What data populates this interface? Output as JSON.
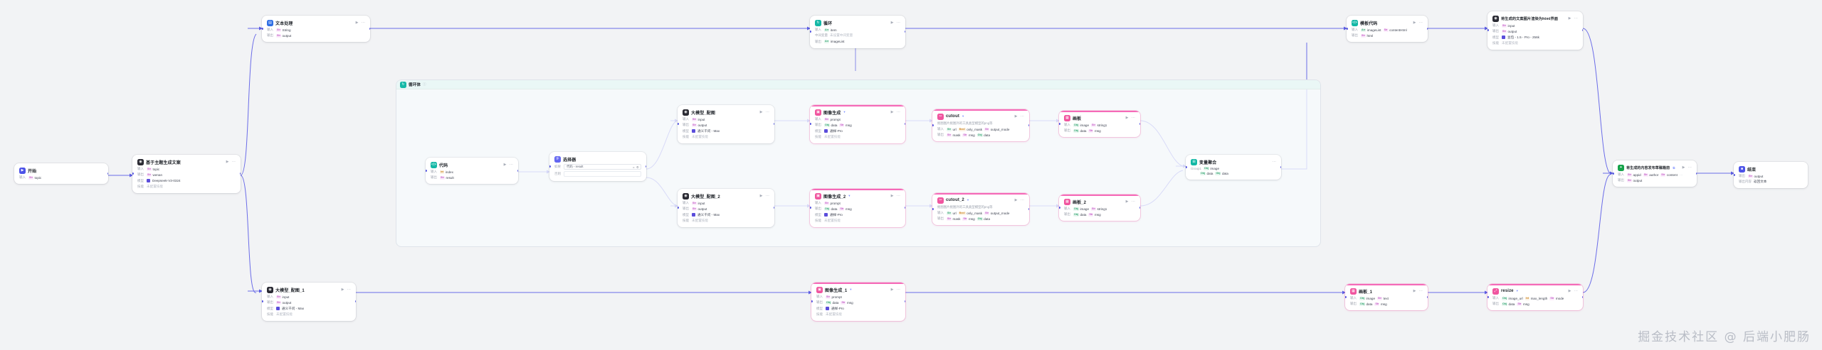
{
  "canvas": {
    "background": "#f2f3f5",
    "accent": "#5b5ce2",
    "watermark": "掘金技术社区 @ 后端小肥肠"
  },
  "labels": {
    "input": "输入",
    "output": "输出",
    "model": "模型",
    "skill": "技能",
    "batch": "中间变量",
    "condition": "如果",
    "otherwise": "否则",
    "group1": "Group1",
    "play": "▶",
    "more": "···",
    "info": "ⓘ"
  },
  "loop_container": {
    "title": "循环体",
    "icon": "loop-icon"
  },
  "nodes": [
    {
      "id": "start",
      "title": "开始",
      "icon": "start-icon",
      "icon_color": "purple",
      "rows": [
        {
          "label": "输入",
          "tags": [
            {
              "badge": "Str",
              "badge_type": "p",
              "text": "topic"
            }
          ]
        }
      ]
    },
    {
      "id": "gen-article",
      "title": "基于主题生成文案",
      "icon": "llm-icon",
      "icon_color": "dark",
      "rows": [
        {
          "label": "输入",
          "tags": [
            {
              "badge": "Str",
              "badge_type": "p",
              "text": "topic"
            }
          ]
        },
        {
          "label": "输出",
          "tags": [
            {
              "badge": "Str",
              "badge_type": "p",
              "text": "wenan"
            }
          ]
        },
        {
          "label": "模型",
          "tags": [
            {
              "badge": "",
              "badge_type": "m",
              "text": "Deepseek-V3-0324"
            }
          ]
        },
        {
          "label": "技能",
          "tags": [
            {
              "badge": "",
              "badge_type": "none",
              "text": "未配置技能"
            }
          ]
        }
      ]
    },
    {
      "id": "text-process",
      "title": "文本处理",
      "icon": "text-icon",
      "icon_color": "blue",
      "rows": [
        {
          "label": "输入",
          "tags": [
            {
              "badge": "Str",
              "badge_type": "p",
              "text": "String"
            }
          ]
        },
        {
          "label": "输出",
          "tags": [
            {
              "badge": "Str",
              "badge_type": "p",
              "text": "output"
            }
          ]
        }
      ]
    },
    {
      "id": "loop",
      "title": "循环",
      "icon": "loop-icon",
      "icon_color": "teal",
      "rows": [
        {
          "label": "输入",
          "tags": [
            {
              "badge": "Arr",
              "badge_type": "g",
              "text": "item"
            }
          ]
        },
        {
          "label": "中间变量",
          "tags": [
            {
              "badge": "",
              "badge_type": "none",
              "text": "未设置中间变量"
            }
          ]
        },
        {
          "label": "输出",
          "tags": [
            {
              "badge": "Arr",
              "badge_type": "g",
              "text": "imageList"
            }
          ]
        }
      ]
    },
    {
      "id": "code-node",
      "title": "代码",
      "icon": "code-icon",
      "icon_color": "teal",
      "rows": [
        {
          "label": "输入",
          "tags": [
            {
              "badge": "Int",
              "badge_type": "o",
              "text": "index"
            }
          ]
        },
        {
          "label": "输出",
          "tags": [
            {
              "badge": "Str",
              "badge_type": "p",
              "text": "result"
            }
          ]
        }
      ]
    },
    {
      "id": "selector",
      "title": "选择器",
      "icon": "if-icon",
      "icon_color": "indigo",
      "conditions": [
        {
          "label": "如果",
          "text": "代码 - result",
          "op": "=",
          "value": "0"
        },
        {
          "label": "否则",
          "text": "",
          "op": "",
          "value": ""
        }
      ]
    },
    {
      "id": "llm-image",
      "title": "大模型_配图",
      "icon": "llm-icon",
      "icon_color": "dark",
      "rows": [
        {
          "label": "输入",
          "tags": [
            {
              "badge": "Str",
              "badge_type": "p",
              "text": "input"
            }
          ]
        },
        {
          "label": "输出",
          "tags": [
            {
              "badge": "Str",
              "badge_type": "p",
              "text": "output"
            }
          ]
        },
        {
          "label": "模型",
          "tags": [
            {
              "badge": "",
              "badge_type": "m",
              "text": "通义千问 - Max"
            }
          ]
        },
        {
          "label": "技能",
          "tags": [
            {
              "badge": "",
              "badge_type": "none",
              "text": "未配置技能"
            }
          ]
        }
      ]
    },
    {
      "id": "llm-image-2",
      "title": "大模型_配图_2",
      "icon": "llm-icon",
      "icon_color": "dark",
      "rows": [
        {
          "label": "输入",
          "tags": [
            {
              "badge": "Str",
              "badge_type": "p",
              "text": "input"
            }
          ]
        },
        {
          "label": "输出",
          "tags": [
            {
              "badge": "Str",
              "badge_type": "p",
              "text": "output"
            }
          ]
        },
        {
          "label": "模型",
          "tags": [
            {
              "badge": "",
              "badge_type": "m",
              "text": "通义千问 - Max"
            }
          ]
        },
        {
          "label": "技能",
          "tags": [
            {
              "badge": "",
              "badge_type": "none",
              "text": "未配置技能"
            }
          ]
        }
      ]
    },
    {
      "id": "image-gen",
      "title": "图像生成",
      "icon": "image-icon",
      "icon_color": "pink",
      "pink": true,
      "caret": "▾",
      "rows": [
        {
          "label": "输入",
          "tags": [
            {
              "badge": "Str",
              "badge_type": "p",
              "text": "prompt"
            }
          ]
        },
        {
          "label": "输出",
          "tags": [
            {
              "badge": "Obj",
              "badge_type": "g",
              "text": "data"
            },
            {
              "badge": "Str",
              "badge_type": "p",
              "text": "msg"
            }
          ]
        },
        {
          "label": "模型",
          "tags": [
            {
              "badge": "",
              "badge_type": "m",
              "text": "通样-Pro"
            }
          ]
        },
        {
          "label": "技能",
          "tags": [
            {
              "badge": "",
              "badge_type": "none",
              "text": "未配置技能"
            }
          ]
        }
      ]
    },
    {
      "id": "image-gen-2",
      "title": "图像生成_2",
      "icon": "image-icon",
      "icon_color": "pink",
      "pink": true,
      "caret": "▾",
      "rows": [
        {
          "label": "输入",
          "tags": [
            {
              "badge": "Str",
              "badge_type": "p",
              "text": "prompt"
            }
          ]
        },
        {
          "label": "输出",
          "tags": [
            {
              "badge": "Obj",
              "badge_type": "g",
              "text": "data"
            },
            {
              "badge": "Str",
              "badge_type": "p",
              "text": "msg"
            }
          ]
        },
        {
          "label": "模型",
          "tags": [
            {
              "badge": "",
              "badge_type": "m",
              "text": "通样-Pro"
            }
          ]
        },
        {
          "label": "技能",
          "tags": [
            {
              "badge": "",
              "badge_type": "none",
              "text": "未配置技能"
            }
          ]
        }
      ]
    },
    {
      "id": "cutout",
      "title": "cutout",
      "icon": "cutout-icon",
      "icon_color": "pink",
      "pink": true,
      "caret": "▾",
      "subtitle": "抠图图片抠图外的工具类型模型的png等",
      "rows": [
        {
          "label": "输入",
          "tags": [
            {
              "badge": "Str",
              "badge_type": "g",
              "text": "url"
            },
            {
              "badge": "Bool",
              "badge_type": "o",
              "text": "only_mask"
            },
            {
              "badge": "Str",
              "badge_type": "p",
              "text": "output_mode"
            }
          ]
        },
        {
          "label": "输出",
          "tags": [
            {
              "badge": "Str",
              "badge_type": "p",
              "text": "mask"
            },
            {
              "badge": "Str",
              "badge_type": "p",
              "text": "msg"
            },
            {
              "badge": "Obj",
              "badge_type": "g",
              "text": "data"
            }
          ]
        }
      ]
    },
    {
      "id": "cutout-2",
      "title": "cutout_2",
      "icon": "cutout-icon",
      "icon_color": "pink",
      "pink": true,
      "caret": "▾",
      "subtitle": "抠图图片抠图外的工具类型模型的png等",
      "rows": [
        {
          "label": "输入",
          "tags": [
            {
              "badge": "Str",
              "badge_type": "g",
              "text": "url"
            },
            {
              "badge": "Bool",
              "badge_type": "o",
              "text": "only_mask"
            },
            {
              "badge": "Str",
              "badge_type": "p",
              "text": "output_mode"
            }
          ]
        },
        {
          "label": "输出",
          "tags": [
            {
              "badge": "Str",
              "badge_type": "p",
              "text": "mask"
            },
            {
              "badge": "Str",
              "badge_type": "p",
              "text": "msg"
            },
            {
              "badge": "Obj",
              "badge_type": "g",
              "text": "data"
            }
          ]
        }
      ]
    },
    {
      "id": "canvas-node",
      "title": "画板",
      "icon": "canvas-icon",
      "icon_color": "pink",
      "pink": true,
      "rows": [
        {
          "label": "输入",
          "tags": [
            {
              "badge": "Obj",
              "badge_type": "g",
              "text": "image"
            },
            {
              "badge": "Str",
              "badge_type": "p",
              "text": "string1"
            }
          ]
        },
        {
          "label": "输出",
          "tags": [
            {
              "badge": "Obj",
              "badge_type": "g",
              "text": "data"
            },
            {
              "badge": "Str",
              "badge_type": "p",
              "text": "msg"
            }
          ]
        }
      ]
    },
    {
      "id": "canvas-node-2",
      "title": "画板_2",
      "icon": "canvas-icon",
      "icon_color": "pink",
      "pink": true,
      "rows": [
        {
          "label": "输入",
          "tags": [
            {
              "badge": "Obj",
              "badge_type": "g",
              "text": "image"
            },
            {
              "badge": "Str",
              "badge_type": "p",
              "text": "string1"
            }
          ]
        },
        {
          "label": "输出",
          "tags": [
            {
              "badge": "Obj",
              "badge_type": "g",
              "text": "data"
            },
            {
              "badge": "Str",
              "badge_type": "p",
              "text": "msg"
            }
          ]
        }
      ]
    },
    {
      "id": "var-aggregate",
      "title": "变量聚合",
      "icon": "aggregate-icon",
      "icon_color": "teal",
      "group_label": "Group1",
      "group_tags": [
        {
          "badge": "Obj",
          "badge_type": "g",
          "text": "image"
        },
        {
          "badge": "Obj",
          "badge_type": "g",
          "text": "data"
        },
        {
          "badge": "Obj",
          "badge_type": "g",
          "text": "data"
        }
      ]
    },
    {
      "id": "llm-image-1",
      "title": "大模型_配图_1",
      "icon": "llm-icon",
      "icon_color": "dark",
      "rows": [
        {
          "label": "输入",
          "tags": [
            {
              "badge": "Str",
              "badge_type": "p",
              "text": "input"
            }
          ]
        },
        {
          "label": "输出",
          "tags": [
            {
              "badge": "Str",
              "badge_type": "p",
              "text": "output"
            }
          ]
        },
        {
          "label": "模型",
          "tags": [
            {
              "badge": "",
              "badge_type": "m",
              "text": "通义千问 - Max"
            }
          ]
        },
        {
          "label": "技能",
          "tags": [
            {
              "badge": "",
              "badge_type": "none",
              "text": "未配置技能"
            }
          ]
        }
      ]
    },
    {
      "id": "image-gen-1",
      "title": "图像生成_1",
      "icon": "image-icon",
      "icon_color": "pink",
      "pink": true,
      "caret": "▾",
      "rows": [
        {
          "label": "输入",
          "tags": [
            {
              "badge": "Str",
              "badge_type": "p",
              "text": "prompt"
            }
          ]
        },
        {
          "label": "输出",
          "tags": [
            {
              "badge": "Obj",
              "badge_type": "g",
              "text": "data"
            },
            {
              "badge": "Str",
              "badge_type": "p",
              "text": "msg"
            }
          ]
        },
        {
          "label": "模型",
          "tags": [
            {
              "badge": "",
              "badge_type": "m",
              "text": "通样-Pro"
            }
          ]
        },
        {
          "label": "技能",
          "tags": [
            {
              "badge": "",
              "badge_type": "none",
              "text": "未配置技能"
            }
          ]
        }
      ]
    },
    {
      "id": "canvas-node-1",
      "title": "画板_1",
      "icon": "canvas-icon",
      "icon_color": "pink",
      "pink": true,
      "rows": [
        {
          "label": "输入",
          "tags": [
            {
              "badge": "Obj",
              "badge_type": "g",
              "text": "image"
            },
            {
              "badge": "Str",
              "badge_type": "p",
              "text": "text"
            }
          ]
        },
        {
          "label": "输出",
          "tags": [
            {
              "badge": "Obj",
              "badge_type": "g",
              "text": "data"
            },
            {
              "badge": "Str",
              "badge_type": "p",
              "text": "msg"
            }
          ]
        }
      ]
    },
    {
      "id": "resize",
      "title": "resize",
      "icon": "resize-icon",
      "icon_color": "pink",
      "pink": true,
      "caret": "▾",
      "rows": [
        {
          "label": "输入",
          "tags": [
            {
              "badge": "Obj",
              "badge_type": "g",
              "text": "image_url"
            },
            {
              "badge": "Int",
              "badge_type": "o",
              "text": "max_length"
            },
            {
              "badge": "Str",
              "badge_type": "p",
              "text": "mode"
            }
          ]
        },
        {
          "label": "输出",
          "tags": [
            {
              "badge": "Obj",
              "badge_type": "g",
              "text": "data"
            },
            {
              "badge": "Str",
              "badge_type": "p",
              "text": "msg"
            }
          ]
        }
      ]
    },
    {
      "id": "template-code",
      "title": "模板代码",
      "icon": "code-icon",
      "icon_color": "teal",
      "rows": [
        {
          "label": "输入",
          "tags": [
            {
              "badge": "Arr",
              "badge_type": "g",
              "text": "imageList"
            },
            {
              "badge": "Str",
              "badge_type": "p",
              "text": "contentHtml"
            }
          ]
        },
        {
          "label": "输出",
          "tags": [
            {
              "badge": "Str",
              "badge_type": "p",
              "text": "html"
            }
          ]
        }
      ]
    },
    {
      "id": "render-html",
      "title": "将生成的文案图片渲染为html界面",
      "icon": "llm-icon",
      "icon_color": "dark",
      "rows": [
        {
          "label": "输入",
          "tags": [
            {
              "badge": "Str",
              "badge_type": "p",
              "text": "input"
            }
          ]
        },
        {
          "label": "输出",
          "tags": [
            {
              "badge": "Str",
              "badge_type": "p",
              "text": "output"
            }
          ]
        },
        {
          "label": "模型",
          "tags": [
            {
              "badge": "",
              "badge_type": "m",
              "text": "豆包 - 1.5 - Pro - 256k"
            }
          ]
        },
        {
          "label": "技能",
          "tags": [
            {
              "badge": "",
              "badge_type": "none",
              "text": "未配置技能"
            }
          ]
        }
      ]
    },
    {
      "id": "publish-draft",
      "title": "将生成的内容发布草稿箱前",
      "icon": "publish-icon",
      "icon_color": "green",
      "caret": "⧉",
      "rows": [
        {
          "label": "输入",
          "tags": [
            {
              "badge": "Str",
              "badge_type": "p",
              "text": "appid"
            },
            {
              "badge": "Str",
              "badge_type": "p",
              "text": "author"
            },
            {
              "badge": "Str",
              "badge_type": "p",
              "text": "content"
            },
            {
              "badge": "",
              "badge_type": "none",
              "text": "···"
            }
          ]
        },
        {
          "label": "输出",
          "tags": [
            {
              "badge": "Str",
              "badge_type": "p",
              "text": "output"
            }
          ]
        }
      ]
    },
    {
      "id": "end",
      "title": "结束",
      "icon": "end-icon",
      "icon_color": "purple",
      "rows": [
        {
          "label": "输出",
          "tags": [
            {
              "badge": "Str",
              "badge_type": "p",
              "text": "output"
            }
          ]
        },
        {
          "label": "输出内容",
          "tags": [
            {
              "badge": "",
              "badge_type": "none",
              "text": "返回文本"
            }
          ]
        }
      ]
    }
  ]
}
